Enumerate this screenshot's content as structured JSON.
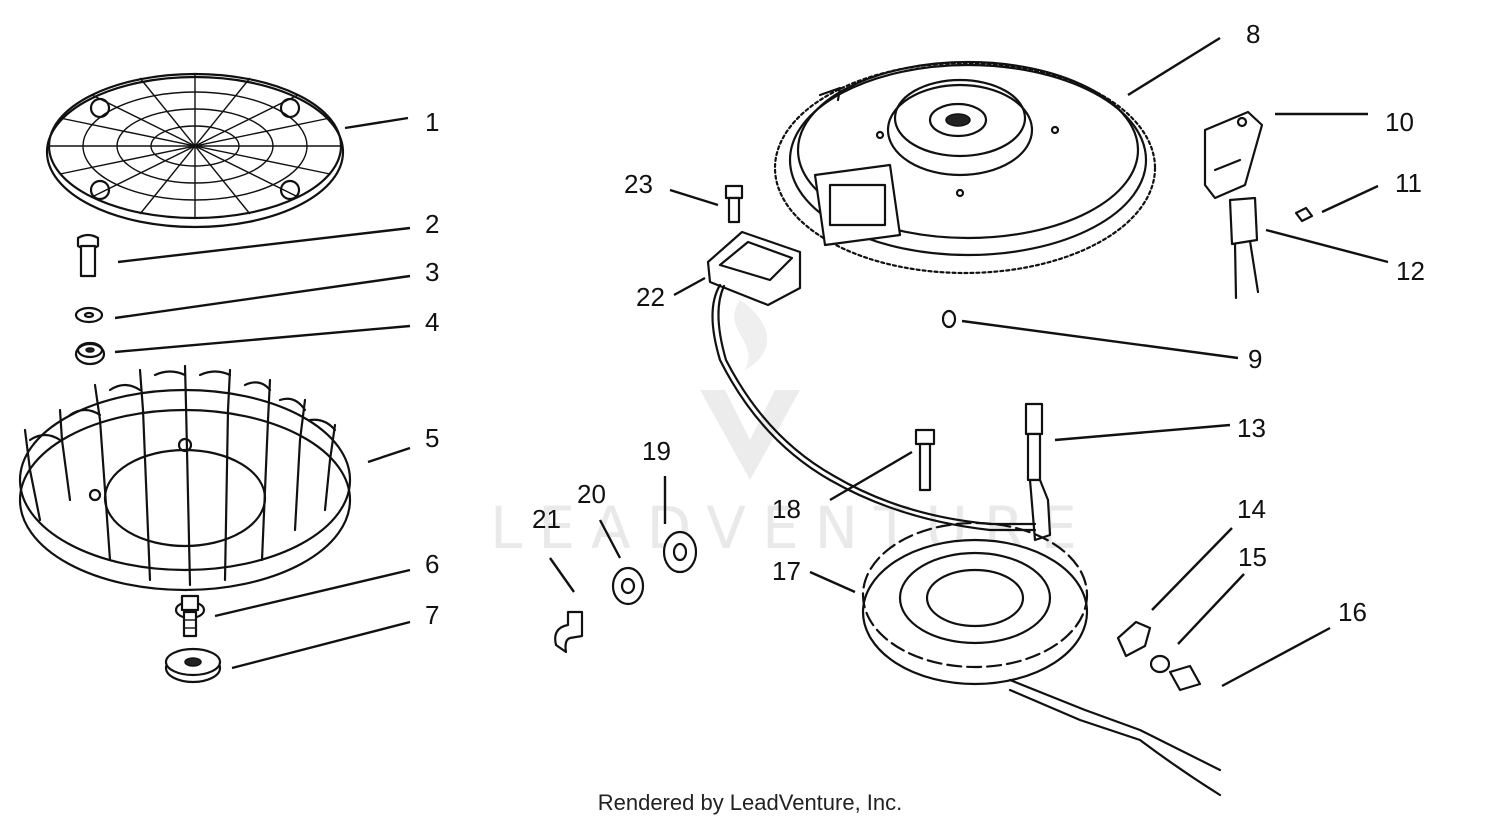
{
  "watermark": "LEADVENTURE",
  "footer": "Rendered by LeadVenture, Inc.",
  "callouts": [
    {
      "id": "1",
      "label": "1"
    },
    {
      "id": "2",
      "label": "2"
    },
    {
      "id": "3",
      "label": "3"
    },
    {
      "id": "4",
      "label": "4"
    },
    {
      "id": "5",
      "label": "5"
    },
    {
      "id": "6",
      "label": "6"
    },
    {
      "id": "7",
      "label": "7"
    },
    {
      "id": "8",
      "label": "8"
    },
    {
      "id": "9",
      "label": "9"
    },
    {
      "id": "10",
      "label": "10"
    },
    {
      "id": "11",
      "label": "11"
    },
    {
      "id": "12",
      "label": "12"
    },
    {
      "id": "13",
      "label": "13"
    },
    {
      "id": "14",
      "label": "14"
    },
    {
      "id": "15",
      "label": "15"
    },
    {
      "id": "16",
      "label": "16"
    },
    {
      "id": "17",
      "label": "17"
    },
    {
      "id": "18",
      "label": "18"
    },
    {
      "id": "19",
      "label": "19"
    },
    {
      "id": "20",
      "label": "20"
    },
    {
      "id": "21",
      "label": "21"
    },
    {
      "id": "22",
      "label": "22"
    },
    {
      "id": "23",
      "label": "23"
    }
  ]
}
